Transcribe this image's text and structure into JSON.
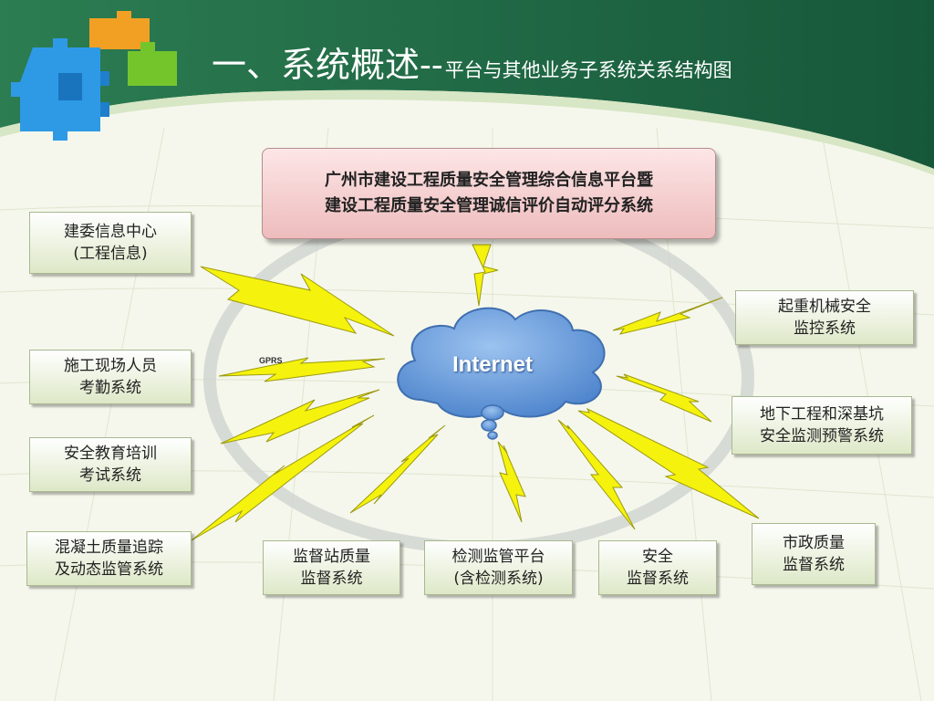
{
  "slide": {
    "title_main": "一、系统概述--",
    "title_sub": "平台与其他业务子系统关系结构图"
  },
  "platform": {
    "line1": "广州市建设工程质量安全管理综合信息平台暨",
    "line2": "建设工程质量安全管理诚信评价自动评分系统"
  },
  "center": {
    "label": "Internet"
  },
  "gprs_label": "GPRS",
  "subsystems": {
    "jianwei": {
      "line1": "建委信息中心",
      "line2": "(工程信息)"
    },
    "shigong": {
      "line1": "施工现场人员",
      "line2": "考勤系统"
    },
    "anquan_jiaoyu": {
      "line1": "安全教育培训",
      "line2": "考试系统"
    },
    "hunningtu": {
      "line1": "混凝土质量追踪",
      "line2": "及动态监管系统"
    },
    "jiandu_zhan": {
      "line1": "监督站质量",
      "line2": "监督系统"
    },
    "jiance": {
      "line1": "检测监管平台",
      "line2": "(含检测系统)"
    },
    "anquan_jiandu": {
      "line1": "安全",
      "line2": "监督系统"
    },
    "shizheng": {
      "line1": "市政质量",
      "line2": "监督系统"
    },
    "dixia": {
      "line1": "地下工程和深基坑",
      "line2": "安全监测预警系统"
    },
    "qizhong": {
      "line1": "起重机械安全",
      "line2": "监控系统"
    }
  },
  "colors": {
    "header_green": "#1f6b45",
    "bolt_yellow": "#f5f20e",
    "cloud_blue": "#6a9fde",
    "platform_pink": "#f3caca"
  }
}
